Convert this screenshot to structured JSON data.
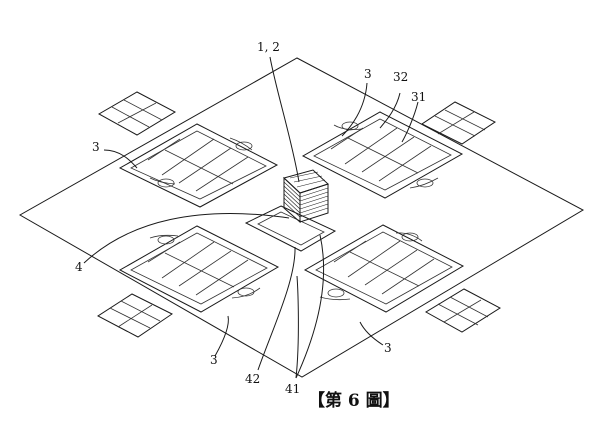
{
  "labels": {
    "element_1_2": "1, 2",
    "element_3_top_right": "3",
    "element_32": "32",
    "element_31": "31",
    "element_3_top_left": "3",
    "element_4": "4",
    "element_3_bottom_left": "3",
    "element_3_bottom_right": "3",
    "element_42": "42",
    "element_41": "41"
  },
  "figure_caption": "【第 6 圖】",
  "colors": {
    "line": "#1a1a1a",
    "background": "#ffffff"
  }
}
